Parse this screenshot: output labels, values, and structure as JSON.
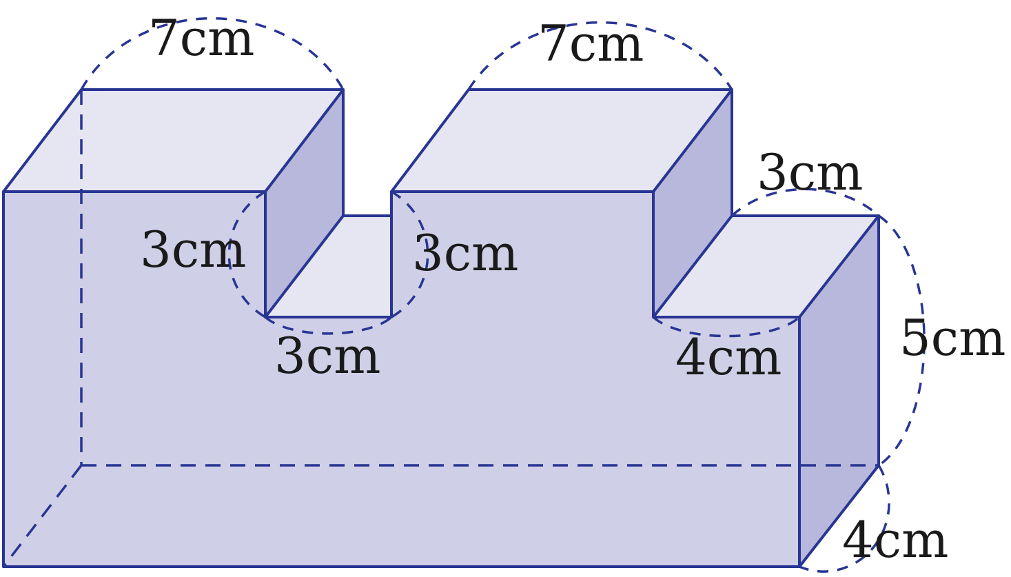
{
  "labels": {
    "top_left_width": "7cm",
    "top_right_width": "7cm",
    "slot_left_depth": "3cm",
    "slot_right_depth": "3cm",
    "slot_width": "3cm",
    "step_depth": "3cm",
    "step_width": "4cm",
    "total_height": "5cm",
    "depth": "4cm"
  },
  "colors": {
    "stroke": "#283593",
    "top_face": "#e6e6f2",
    "side_face": "#b8b8dc",
    "front_face": "#cfcfe7"
  }
}
